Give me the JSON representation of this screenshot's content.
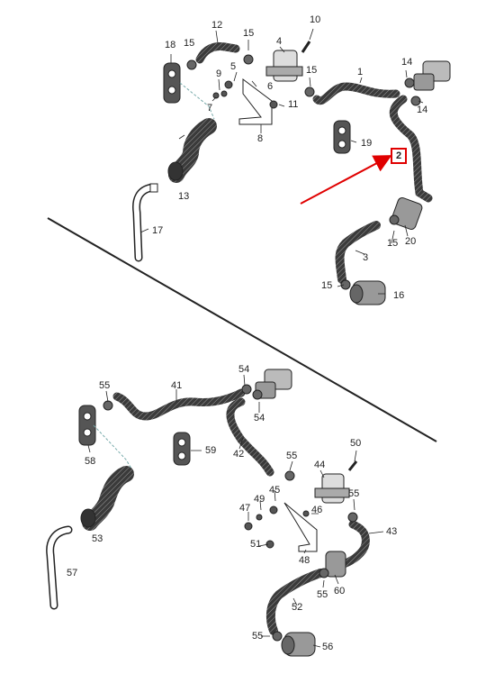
{
  "colors": {
    "highlight": "#e00000",
    "line": "#222222",
    "part_fill": "#555555",
    "part_light": "#bdbdbd"
  },
  "highlighted_part": "2",
  "upper": {
    "labels": {
      "l1": "1",
      "l2": "2",
      "l3": "3",
      "l4": "4",
      "l5": "5",
      "l6": "6",
      "l7": "7",
      "l8": "8",
      "l9": "9",
      "l10": "10",
      "l11": "11",
      "l12": "12",
      "l13": "13",
      "l14a": "14",
      "l14b": "14",
      "l15a": "15",
      "l15b": "15",
      "l15c": "15",
      "l15d": "15",
      "l15e": "15",
      "l16": "16",
      "l17": "17",
      "l18": "18",
      "l19": "19",
      "l20": "20"
    }
  },
  "lower": {
    "labels": {
      "l41": "41",
      "l42": "42",
      "l43": "43",
      "l44": "44",
      "l45": "45",
      "l46": "46",
      "l47": "47",
      "l48": "48",
      "l49": "49",
      "l50": "50",
      "l51": "51",
      "l52": "52",
      "l53": "53",
      "l54a": "54",
      "l54b": "54",
      "l55a": "55",
      "l55b": "55",
      "l55c": "55",
      "l55d": "55",
      "l55e": "55",
      "l56": "56",
      "l57": "57",
      "l58": "58",
      "l59": "59",
      "l60": "60"
    }
  }
}
